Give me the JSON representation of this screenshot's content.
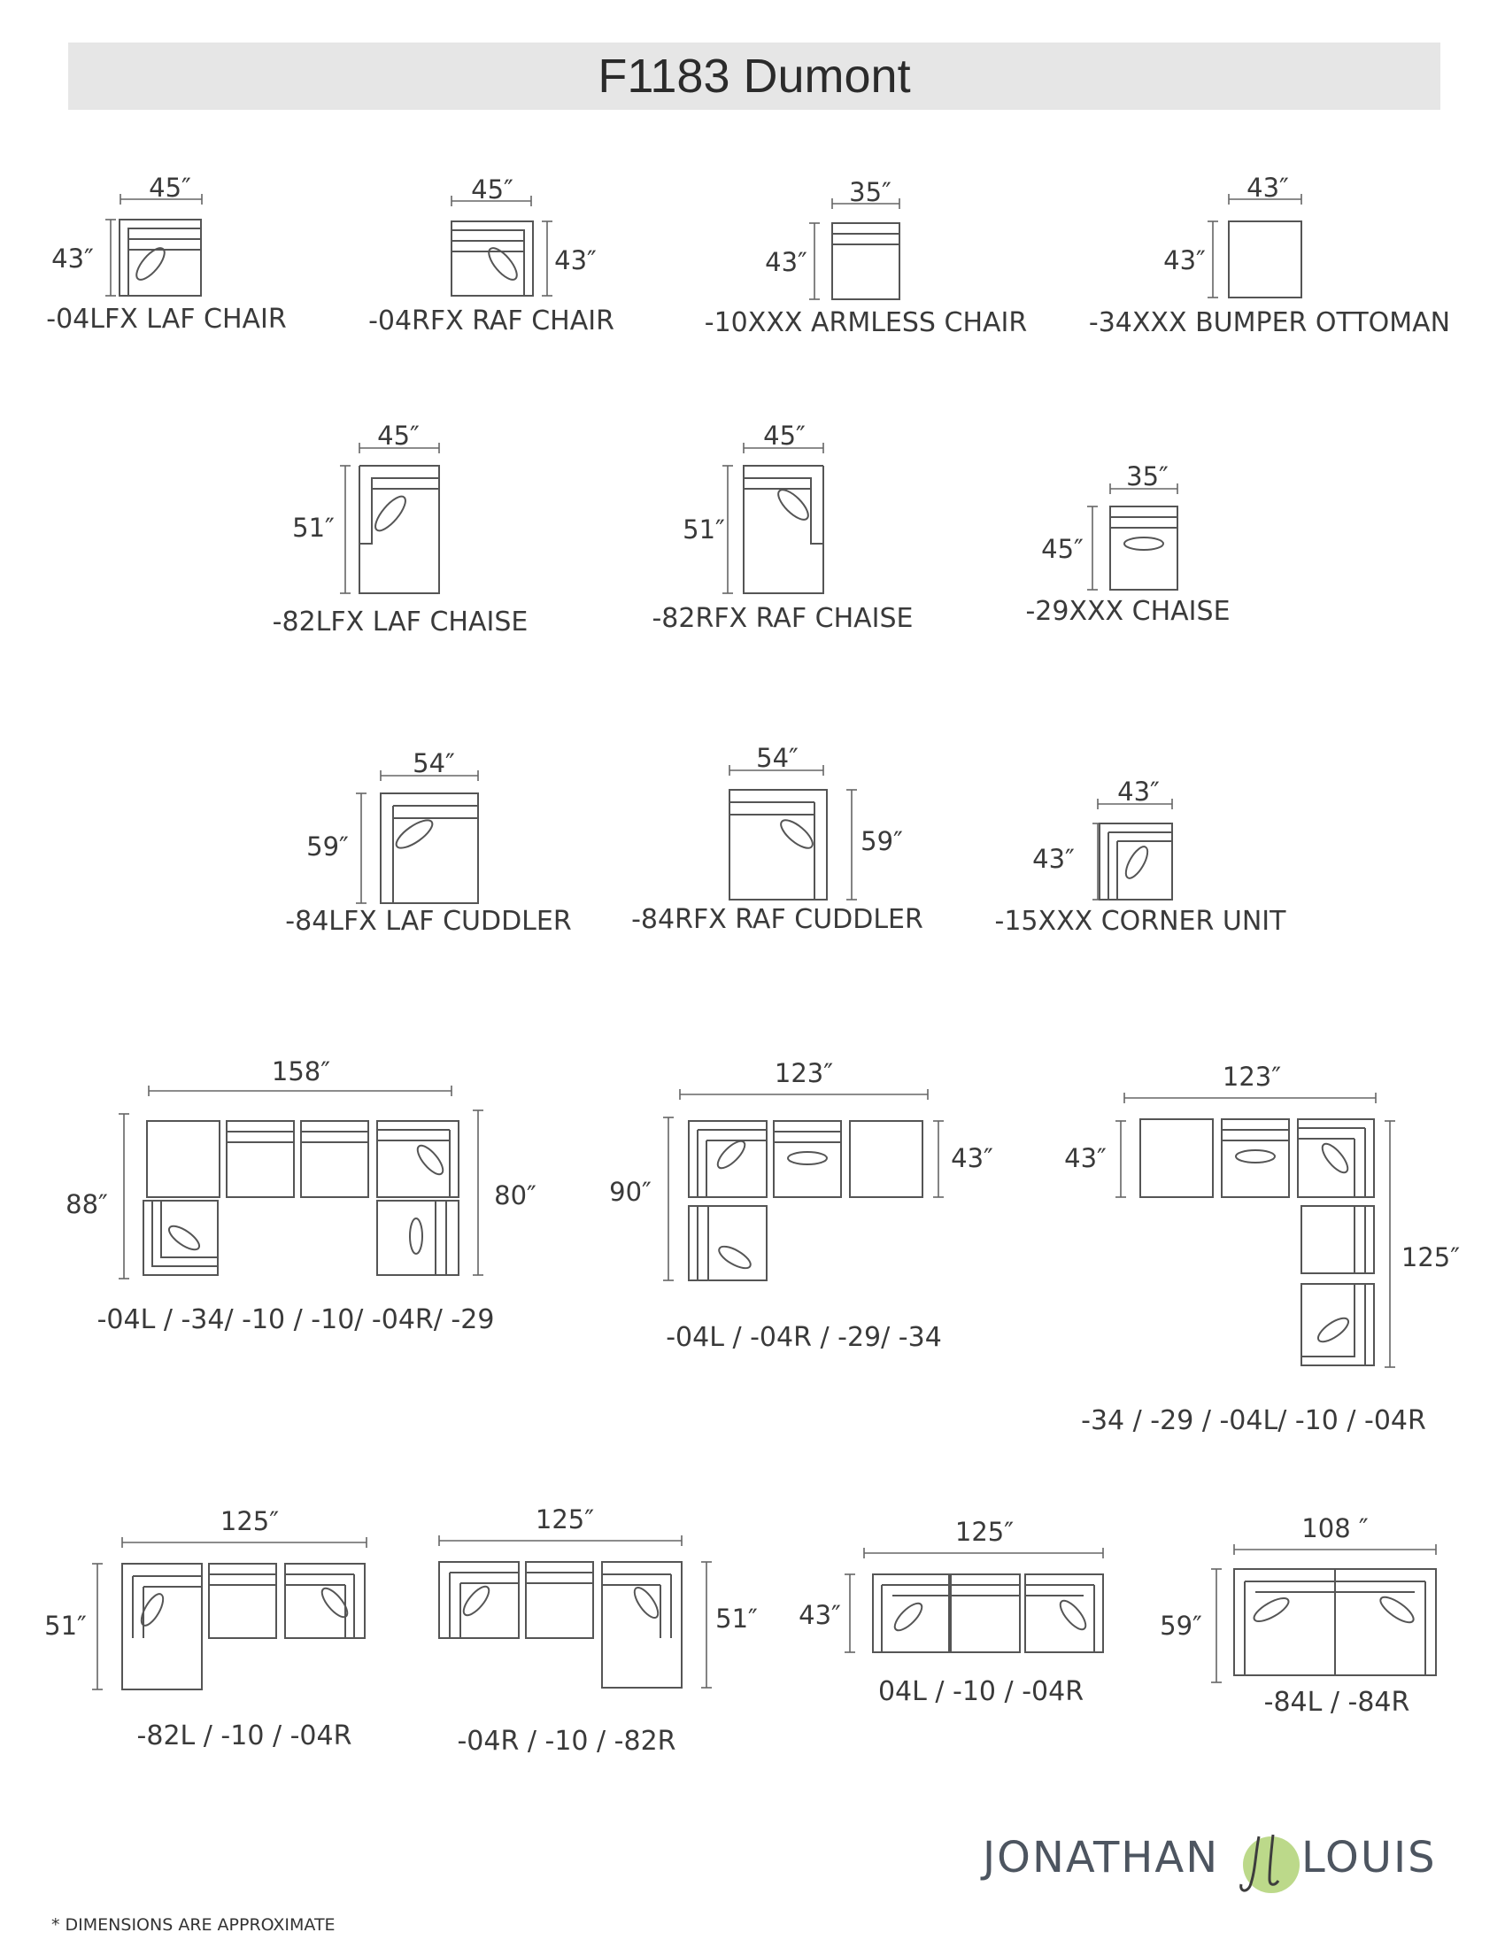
{
  "title": "F1183 Dumont",
  "footnote": "* DIMENSIONS ARE APPROXIMATE",
  "brand": {
    "left": "JONATHAN",
    "right": "LOUIS",
    "monogram": "jl"
  },
  "pieces": [
    {
      "id": "04lfx",
      "label": "-04LFX LAF CHAIR",
      "width": "45″",
      "depth": "43″"
    },
    {
      "id": "04rfx",
      "label": "-04RFX RAF CHAIR",
      "width": "45″",
      "depth": "43″"
    },
    {
      "id": "10xxx",
      "label": "-10XXX ARMLESS CHAIR",
      "width": "35″",
      "depth": "43″"
    },
    {
      "id": "34xxx",
      "label": "-34XXX BUMPER OTTOMAN",
      "width": "43″",
      "depth": "43″"
    },
    {
      "id": "82lfx",
      "label": "-82LFX LAF CHAISE",
      "width": "45″",
      "depth": "51″"
    },
    {
      "id": "82rfx",
      "label": "-82RFX RAF CHAISE",
      "width": "45″",
      "depth": "51″"
    },
    {
      "id": "29xxx",
      "label": "-29XXX CHAISE",
      "width": "35″",
      "depth": "45″"
    },
    {
      "id": "84lfx",
      "label": "-84LFX LAF CUDDLER",
      "width": "54″",
      "depth": "59″"
    },
    {
      "id": "84rfx",
      "label": "-84RFX RAF CUDDLER",
      "width": "54″",
      "depth": "59″"
    },
    {
      "id": "15xxx",
      "label": "-15XXX CORNER UNIT",
      "width": "43″",
      "depth": "43″"
    }
  ],
  "configurations": [
    {
      "id": "c1",
      "label": "-04L / -34/ -10 / -10/ -04R/ -29",
      "width": "158″",
      "left_depth": "88″",
      "right_depth": "80″"
    },
    {
      "id": "c2",
      "label": "-04L / -04R / -29/ -34",
      "width": "123″",
      "left_depth": "90″",
      "right_depth": "43″"
    },
    {
      "id": "c3",
      "label": "-34 / -29 / -04L/ -10 / -04R",
      "width": "123″",
      "left_depth": "43″",
      "right_depth": "125″"
    },
    {
      "id": "c4",
      "label": "-82L / -10 / -04R",
      "width": "125″",
      "depth": "51″"
    },
    {
      "id": "c5",
      "label": "-04R / -10 / -82R",
      "width": "125″",
      "depth": "51″"
    },
    {
      "id": "c6",
      "label": "04L / -10 / -04R",
      "width": "125″",
      "depth": "43″"
    },
    {
      "id": "c7",
      "label": "-84L / -84R",
      "width": "108 ″",
      "depth": "59″"
    }
  ]
}
